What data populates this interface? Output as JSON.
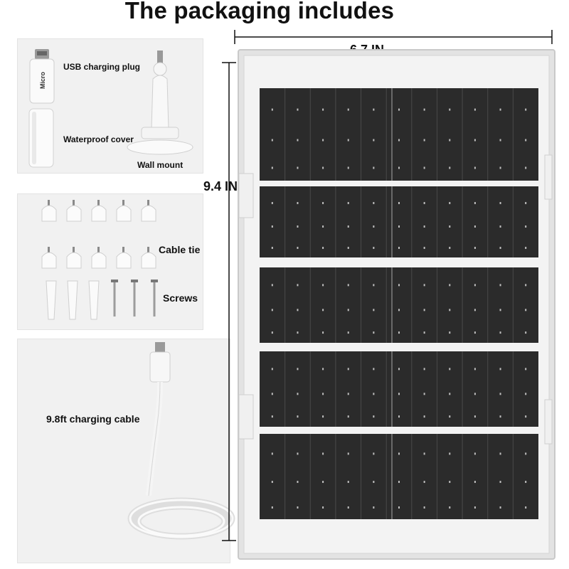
{
  "header": {
    "title": "The packaging includes"
  },
  "accessories": {
    "usb_plug": {
      "label": "USB charging plug",
      "plug_text": "Micro"
    },
    "waterproof_cover": {
      "label": "Waterproof cover"
    },
    "wall_mount": {
      "label": "Wall mount"
    },
    "cable_tie": {
      "label": "Cable tie"
    },
    "screws": {
      "label": "Screws"
    },
    "charging_cable": {
      "label": "9.8ft charging cable"
    }
  },
  "dimensions": {
    "width": "6.7 IN",
    "height": "9.4 IN"
  },
  "colors": {
    "panel_frame": "#e9e9e9",
    "panel_cells": "#2b2b2b",
    "accent_text": "#111111"
  }
}
